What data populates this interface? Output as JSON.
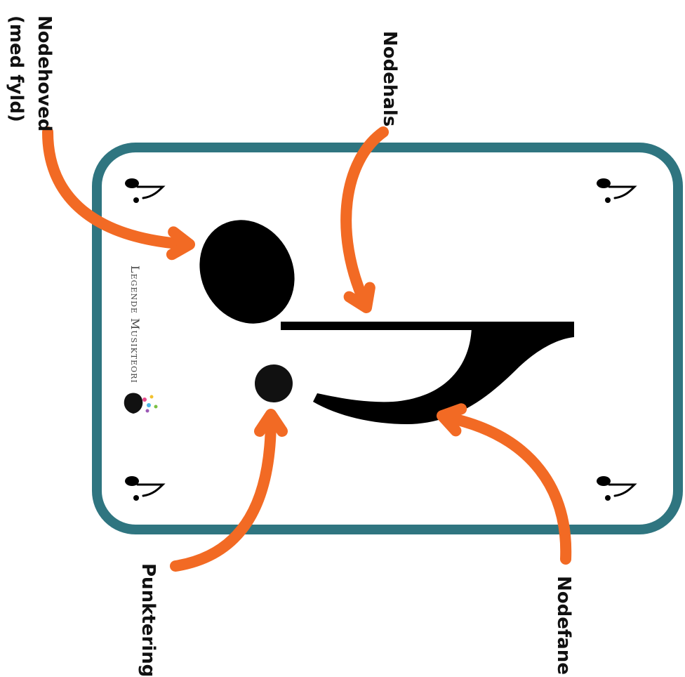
{
  "labels": {
    "nodehoved_line1": "Nodehoved",
    "nodehoved_line2": "(med fyld)",
    "nodehals": "Nodehals",
    "punktering": "Punktering",
    "nodefane": "Nodefane"
  },
  "brand": {
    "text": "Legende Musikteori"
  },
  "colors": {
    "card_border": "#2f7580",
    "arrow": "#f26a24",
    "note": "#000000"
  }
}
